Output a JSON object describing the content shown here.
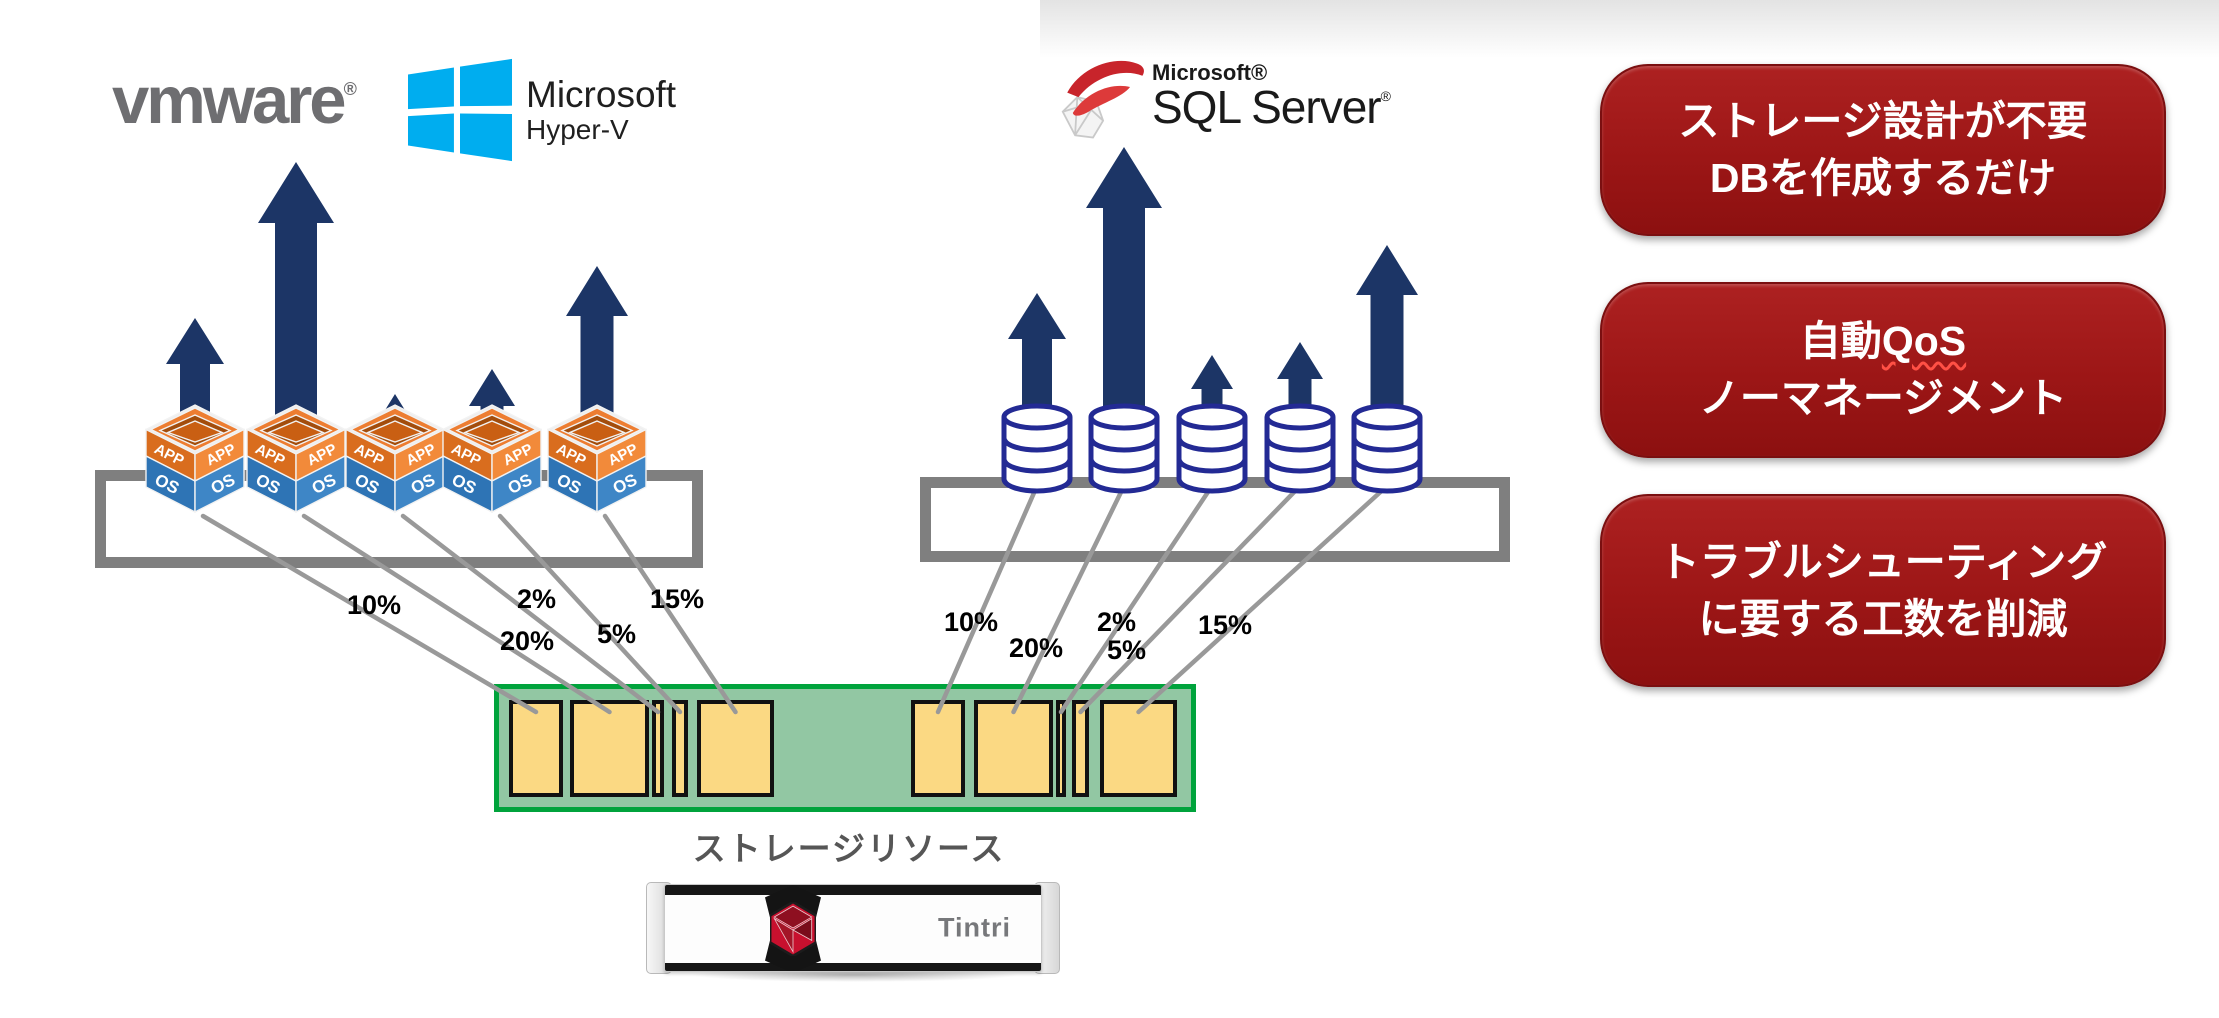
{
  "logos": {
    "vmware": {
      "text": "vmware",
      "reg": "®"
    },
    "hyperv": {
      "brand": "Microsoft",
      "product": "Hyper-V"
    },
    "sqlserver": {
      "brand": "Microsoft®",
      "product": "SQL Server",
      "reg": "®"
    }
  },
  "vm_cube": {
    "app": "APP",
    "os": "OS"
  },
  "flows": {
    "left": {
      "platform": "virtual-machines",
      "percents": [
        "10%",
        "20%",
        "2%",
        "5%",
        "15%"
      ]
    },
    "right": {
      "platform": "sql-databases",
      "percents": [
        "10%",
        "20%",
        "2%",
        "5%",
        "15%"
      ]
    }
  },
  "storage": {
    "label": "ストレージリソース",
    "appliance_brand": "Tintri"
  },
  "callouts": [
    {
      "lines": [
        [
          {
            "text": "ストレージ設計が不要"
          }
        ],
        [
          {
            "text": "DBを作成するだけ"
          }
        ]
      ]
    },
    {
      "lines": [
        [
          {
            "text": "自動"
          },
          {
            "text": "QoS",
            "squiggle": true
          }
        ],
        [
          {
            "text": "ノーマネージメント"
          }
        ]
      ]
    },
    {
      "lines": [
        [
          {
            "text": "トラブルシューティング"
          }
        ],
        [
          {
            "text": "に要する工数を削減"
          }
        ]
      ]
    }
  ],
  "colors": {
    "arrow_navy": "#1C3566",
    "db_outline": "#232A94",
    "callout_red": "#A21C1C",
    "green_border": "#00A33C",
    "green_fill": "#92C7A3",
    "block_yellow": "#FBD983",
    "bar_gray": "#7F7F7F",
    "line_gray": "#999999",
    "hyperv_blue": "#00ADEF",
    "sql_red": "#C8242B",
    "cube_orange": "#ED7D31",
    "cube_blue": "#2E74B5"
  }
}
